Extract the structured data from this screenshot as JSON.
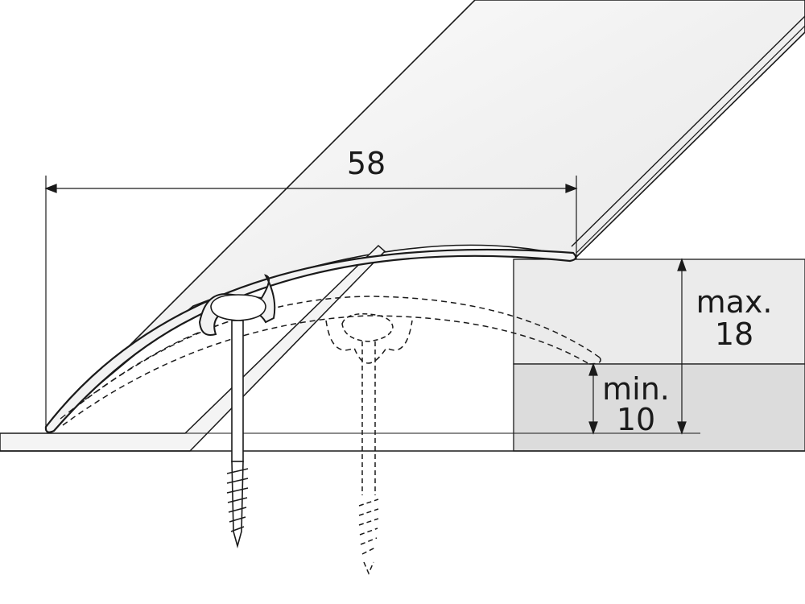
{
  "dimensions": {
    "width": {
      "value": "58"
    },
    "max_height": {
      "prefix": "max.",
      "value": "18"
    },
    "min_height": {
      "prefix": "min.",
      "value": "10"
    }
  },
  "colors": {
    "outline": "#1a1a1a",
    "profile_fill": "#eeeeee",
    "floor_fill": "#ebebeb",
    "floor_low_fill": "#dcdcdc"
  }
}
